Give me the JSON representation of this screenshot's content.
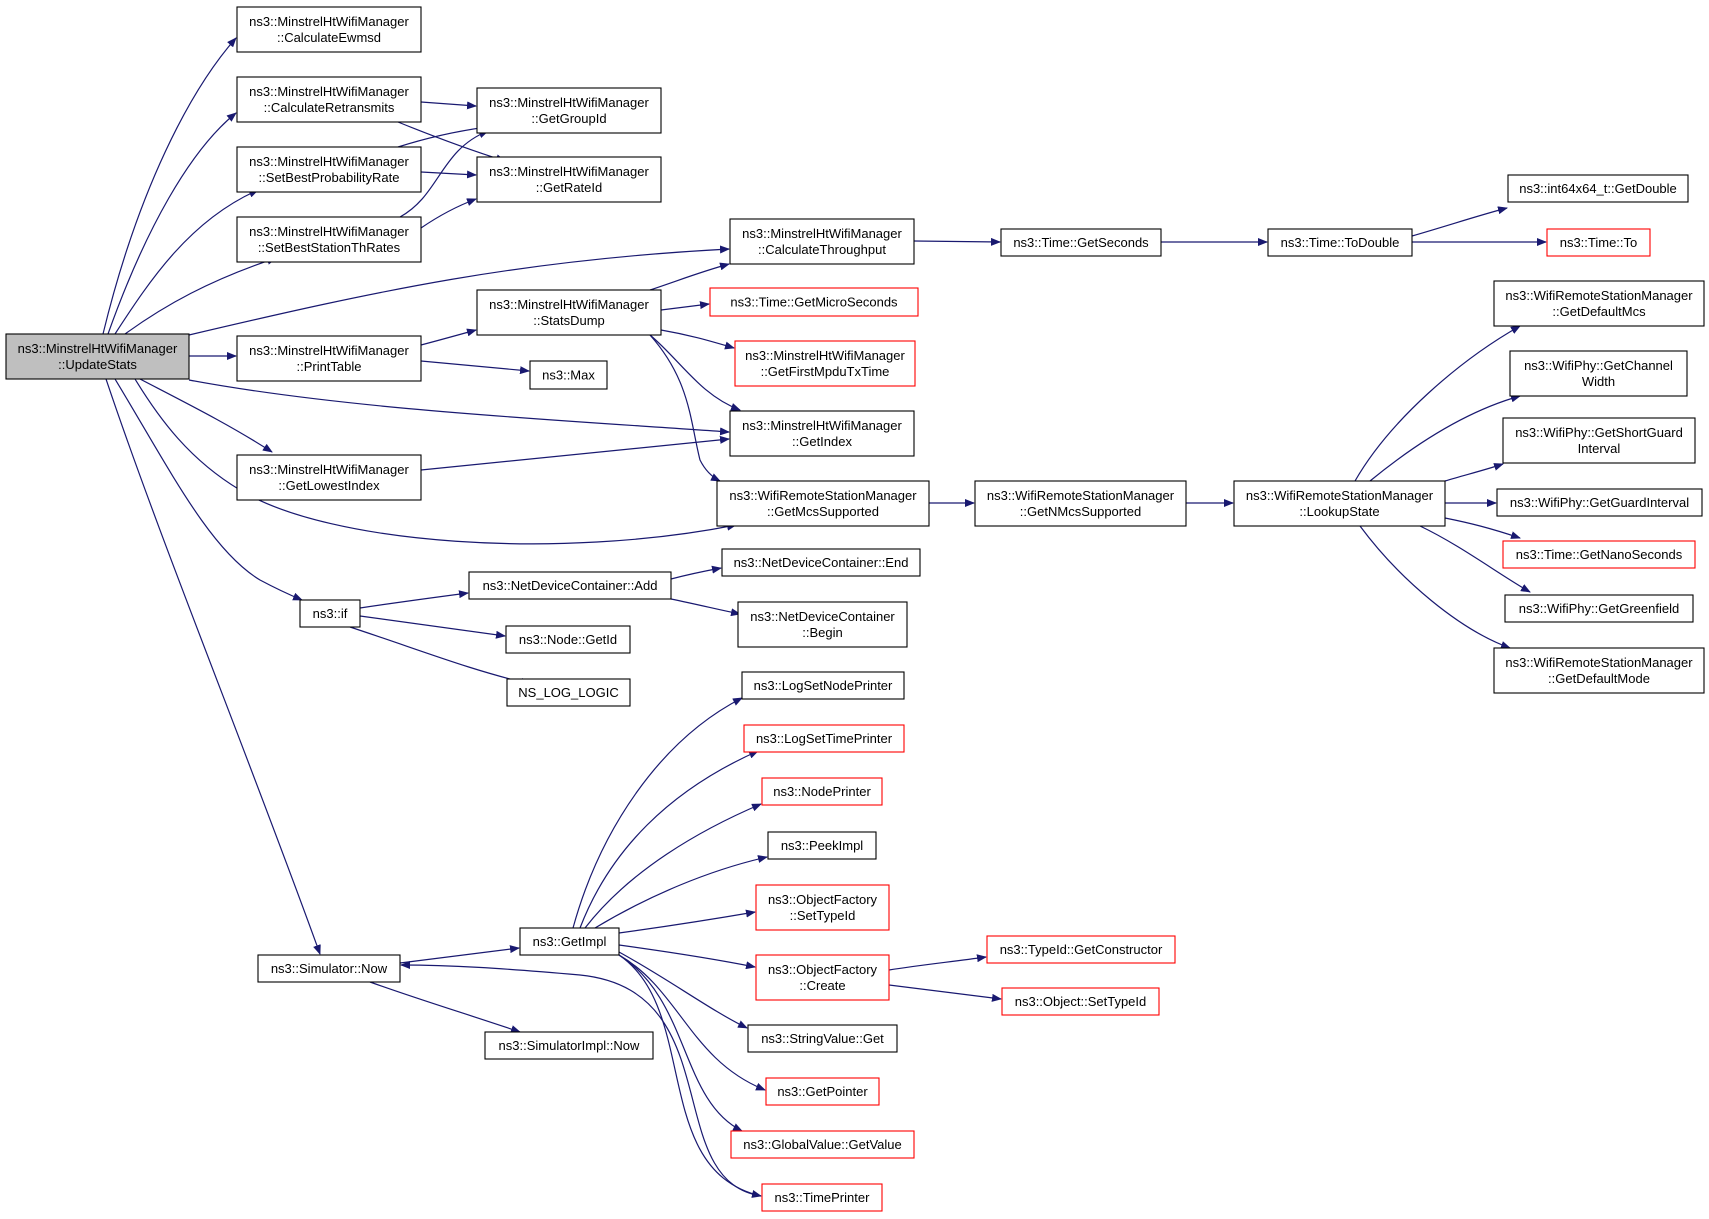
{
  "colors": {
    "edge": "#191970",
    "node_border": "#000000",
    "node_border_incomplete": "#ff0000",
    "root_fill": "#bfbfbf",
    "node_fill": "#ffffff"
  },
  "nodes": {
    "update_stats": {
      "lines": [
        "ns3::MinstrelHtWifiManager",
        "::UpdateStats"
      ],
      "root": true
    },
    "calc_ewmsd": {
      "lines": [
        "ns3::MinstrelHtWifiManager",
        "::CalculateEwmsd"
      ]
    },
    "calc_retransmits": {
      "lines": [
        "ns3::MinstrelHtWifiManager",
        "::CalculateRetransmits"
      ]
    },
    "set_best_prob": {
      "lines": [
        "ns3::MinstrelHtWifiManager",
        "::SetBestProbabilityRate"
      ]
    },
    "set_best_station": {
      "lines": [
        "ns3::MinstrelHtWifiManager",
        "::SetBestStationThRates"
      ]
    },
    "get_group_id": {
      "lines": [
        "ns3::MinstrelHtWifiManager",
        "::GetGroupId"
      ]
    },
    "get_rate_id": {
      "lines": [
        "ns3::MinstrelHtWifiManager",
        "::GetRateId"
      ]
    },
    "calc_throughput": {
      "lines": [
        "ns3::MinstrelHtWifiManager",
        "::CalculateThroughput"
      ]
    },
    "stats_dump": {
      "lines": [
        "ns3::MinstrelHtWifiManager",
        "::StatsDump"
      ]
    },
    "print_table": {
      "lines": [
        "ns3::MinstrelHtWifiManager",
        "::PrintTable"
      ]
    },
    "max": {
      "lines": [
        "ns3::Max"
      ]
    },
    "get_micro": {
      "lines": [
        "ns3::Time::GetMicroSeconds"
      ],
      "red": true
    },
    "first_mpdu": {
      "lines": [
        "ns3::MinstrelHtWifiManager",
        "::GetFirstMpduTxTime"
      ],
      "red": true
    },
    "get_index": {
      "lines": [
        "ns3::MinstrelHtWifiManager",
        "::GetIndex"
      ]
    },
    "get_lowest": {
      "lines": [
        "ns3::MinstrelHtWifiManager",
        "::GetLowestIndex"
      ]
    },
    "mcs_supported": {
      "lines": [
        "ns3::WifiRemoteStationManager",
        "::GetMcsSupported"
      ]
    },
    "n_mcs": {
      "lines": [
        "ns3::WifiRemoteStationManager",
        "::GetNMcsSupported"
      ]
    },
    "lookup_state": {
      "lines": [
        "ns3::WifiRemoteStationManager",
        "::LookupState"
      ]
    },
    "get_seconds": {
      "lines": [
        "ns3::Time::GetSeconds"
      ]
    },
    "to_double": {
      "lines": [
        "ns3::Time::ToDouble"
      ]
    },
    "get_double": {
      "lines": [
        "ns3::int64x64_t::GetDouble"
      ]
    },
    "time_to": {
      "lines": [
        "ns3::Time::To"
      ],
      "red": true
    },
    "default_mcs": {
      "lines": [
        "ns3::WifiRemoteStationManager",
        "::GetDefaultMcs"
      ]
    },
    "channel_width": {
      "lines": [
        "ns3::WifiPhy::GetChannel",
        "Width"
      ]
    },
    "short_guard": {
      "lines": [
        "ns3::WifiPhy::GetShortGuard",
        "Interval"
      ]
    },
    "guard_interval": {
      "lines": [
        "ns3::WifiPhy::GetGuardInterval"
      ]
    },
    "nano": {
      "lines": [
        "ns3::Time::GetNanoSeconds"
      ],
      "red": true
    },
    "greenfield": {
      "lines": [
        "ns3::WifiPhy::GetGreenfield"
      ]
    },
    "default_mode": {
      "lines": [
        "ns3::WifiRemoteStationManager",
        "::GetDefaultMode"
      ]
    },
    "ns3_if": {
      "lines": [
        "ns3::if"
      ]
    },
    "ndc_add": {
      "lines": [
        "ns3::NetDeviceContainer::Add"
      ]
    },
    "ndc_end": {
      "lines": [
        "ns3::NetDeviceContainer::End"
      ]
    },
    "ndc_begin": {
      "lines": [
        "ns3::NetDeviceContainer",
        "::Begin"
      ]
    },
    "node_getid": {
      "lines": [
        "ns3::Node::GetId"
      ]
    },
    "ns_log": {
      "lines": [
        "NS_LOG_LOGIC"
      ]
    },
    "sim_now": {
      "lines": [
        "ns3::Simulator::Now"
      ]
    },
    "get_impl": {
      "lines": [
        "ns3::GetImpl"
      ]
    },
    "simimpl_now": {
      "lines": [
        "ns3::SimulatorImpl::Now"
      ]
    },
    "log_node": {
      "lines": [
        "ns3::LogSetNodePrinter"
      ]
    },
    "log_time": {
      "lines": [
        "ns3::LogSetTimePrinter"
      ],
      "red": true
    },
    "node_printer": {
      "lines": [
        "ns3::NodePrinter"
      ],
      "red": true
    },
    "peek_impl": {
      "lines": [
        "ns3::PeekImpl"
      ]
    },
    "of_settypeid": {
      "lines": [
        "ns3::ObjectFactory",
        "::SetTypeId"
      ],
      "red": true
    },
    "of_create": {
      "lines": [
        "ns3::ObjectFactory",
        "::Create"
      ],
      "red": true
    },
    "get_constructor": {
      "lines": [
        "ns3::TypeId::GetConstructor"
      ],
      "red": true
    },
    "obj_settypeid": {
      "lines": [
        "ns3::Object::SetTypeId"
      ],
      "red": true
    },
    "string_get": {
      "lines": [
        "ns3::StringValue::Get"
      ]
    },
    "get_pointer": {
      "lines": [
        "ns3::GetPointer"
      ],
      "red": true
    },
    "global_get": {
      "lines": [
        "ns3::GlobalValue::GetValue"
      ],
      "red": true
    },
    "time_printer": {
      "lines": [
        "ns3::TimePrinter"
      ],
      "red": true
    }
  }
}
